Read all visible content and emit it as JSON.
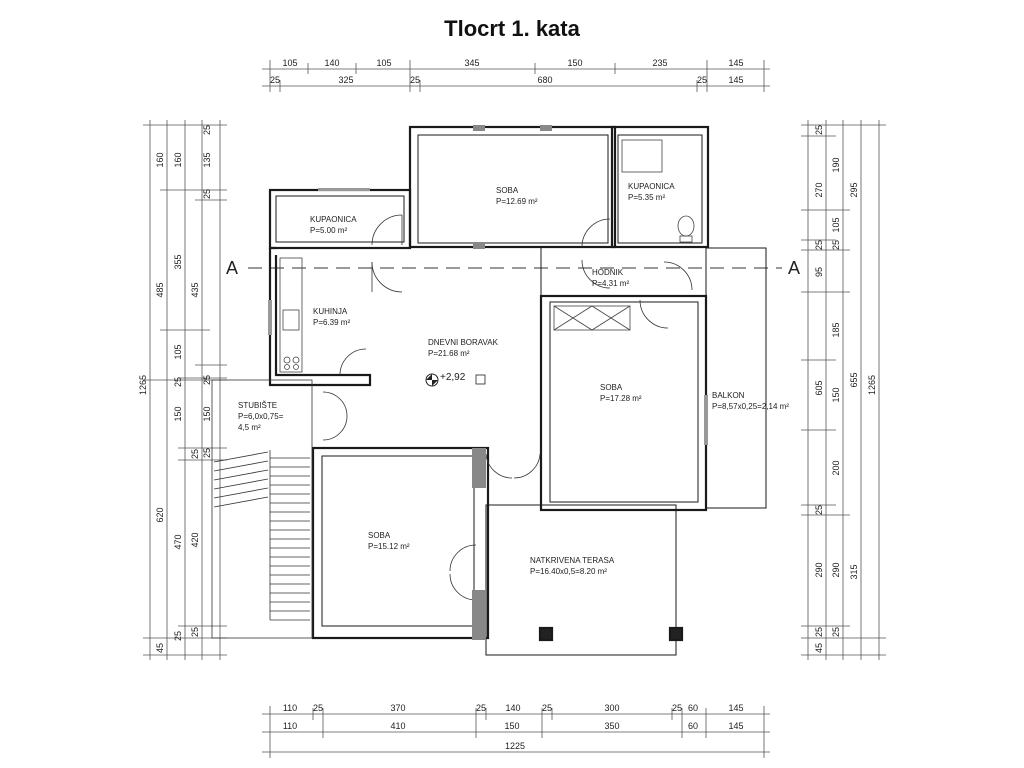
{
  "title": "Tlocrt 1. kata",
  "section_label": "A",
  "level_mark": "+2,92",
  "rooms": {
    "kupaonica1": {
      "name": "KUPAONICA",
      "area": "P=5.00 m²"
    },
    "soba_top": {
      "name": "SOBA",
      "area": "P=12.69 m²"
    },
    "kupaonica2": {
      "name": "KUPAONICA",
      "area": "P=5.35 m²"
    },
    "hodnik": {
      "name": "HODNIK",
      "area": "P=4.31 m²"
    },
    "kuhinja": {
      "name": "KUHINJA",
      "area": "P=6.39 m²"
    },
    "dnevni": {
      "name": "DNEVNI BORAVAK",
      "area": "P=21.68 m²"
    },
    "soba_right": {
      "name": "SOBA",
      "area": "P=17.28 m²"
    },
    "balkon": {
      "name": "BALKON",
      "area": "P=8,57x0,25=2,14 m²"
    },
    "stubiste": {
      "name": "STUBIŠTE",
      "area1": "P=6,0x0,75=",
      "area2": "4,5 m²"
    },
    "soba_bottom": {
      "name": "SOBA",
      "area": "P=15.12 m²"
    },
    "terasa": {
      "name": "NATKRIVENA TERASA",
      "area": "P=16.40x0,5=8.20 m²"
    }
  },
  "dims": {
    "top_row1": [
      "105",
      "140",
      "105",
      "345",
      "150",
      "235",
      "145"
    ],
    "top_row2": [
      "25",
      "325",
      "25",
      "680",
      "25",
      "145"
    ],
    "bottom_row1": [
      "110",
      "25",
      "370",
      "25",
      "140",
      "25",
      "300",
      "25",
      "60",
      "145"
    ],
    "bottom_row2": [
      "110",
      "410",
      "150",
      "350",
      "60",
      "145"
    ],
    "bottom_total": "1225",
    "left_outer": [
      "1265"
    ],
    "left_col2": [
      "485",
      "620",
      "45"
    ],
    "left_col3": [
      "160",
      "355",
      "25",
      "150",
      "25",
      "470",
      "25"
    ],
    "left_col4": [
      "160",
      "435",
      "25",
      "420",
      "25"
    ],
    "left_col5": [
      "25",
      "135",
      "25",
      "105",
      "25",
      "150",
      "25"
    ],
    "right_col1": [
      "25",
      "270",
      "25",
      "95",
      "605",
      "25",
      "290",
      "45",
      "25"
    ],
    "right_col2": [
      "190",
      "105",
      "25",
      "185",
      "150",
      "200",
      "290",
      "25"
    ],
    "right_col3": [
      "295",
      "655",
      "315"
    ],
    "right_outer": [
      "1265"
    ]
  }
}
